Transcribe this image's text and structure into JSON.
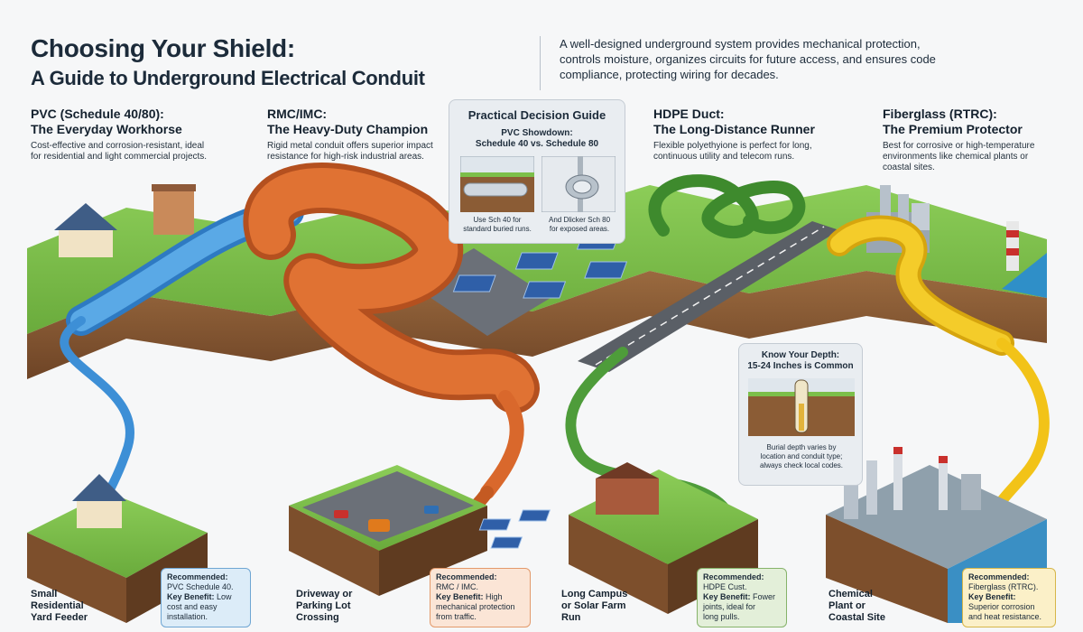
{
  "header": {
    "title_line1": "Choosing Your Shield:",
    "title_line2": "A Guide to Underground Electrical Conduit",
    "intro": "A well-designed underground system provides mechanical protection, controls moisture, organizes circuits for future access, and ensures code compliance, protecting wiring for decades."
  },
  "sections": {
    "pvc": {
      "head1": "PVC (Schedule 40/80):",
      "head2": "The Everyday Workhorse",
      "desc": "Cost-effective and corrosion-resistant, ideal for residential and light commercial projects."
    },
    "rmc": {
      "head1": "RMC/IMC:",
      "head2": "The Heavy-Duty Champion",
      "desc": "Rigid metal conduit offers superior impact resistance for high-risk industrial areas."
    },
    "hdpe": {
      "head1": "HDPE Duct:",
      "head2": "The Long-Distance Runner",
      "desc": "Flexible polyethyione is perfect for long, continuous utility and telecom runs."
    },
    "fiberglass": {
      "head1": "Fiberglass (RTRC):",
      "head2": "The Premium Protector",
      "desc": "Best for corrosive or high-temperature environments like chemical plants or coastal sites."
    }
  },
  "decision_guide": {
    "title": "Practical Decision Guide",
    "subtitle1": "PVC Showdown:",
    "subtitle2": "Schedule 40 vs. Schedule 80",
    "left_caption1": "Use Sch 40 for",
    "left_caption2": "standard buried runs.",
    "right_caption1": "And Dlicker Sch 80",
    "right_caption2": "for exposed areas."
  },
  "depth_card": {
    "title1": "Know Your Depth:",
    "title2": "15-24 Inches is Common",
    "caption1": "Burial depth varies by",
    "caption2": "location and conduit type;",
    "caption3": "always check local codes."
  },
  "sites": {
    "residential": {
      "label1": "Small",
      "label2": "Residential",
      "label3": "Yard Feeder",
      "rec_label": "Recommended:",
      "rec_value": "PVC Schedule 40.",
      "benefit_label": "Key Benefit:",
      "benefit_value1": "Low",
      "benefit_value2": "cost and easy",
      "benefit_value3": "installation."
    },
    "driveway": {
      "label1": "Driveway or",
      "label2": "Parking Lot",
      "label3": "Crossing",
      "rec_label": "Recommended:",
      "rec_value": "RMC / IMC.",
      "benefit_label": "Key Benefit:",
      "benefit_value1": "High",
      "benefit_value2": "mechanical protection",
      "benefit_value3": "from traffic."
    },
    "campus": {
      "label1": "Long Campus",
      "label2": "or Solar Farm",
      "label3": "Run",
      "rec_label": "Recommended:",
      "rec_value": "HDPE Cust.",
      "benefit_label": "Key Benefit:",
      "benefit_value1": "Fower",
      "benefit_value2": "joints, ideal for",
      "benefit_value3": "long pulls."
    },
    "chemical": {
      "label1": "Chemical",
      "label2": "Plant or",
      "label3": "Coastal Site",
      "rec_label": "Recommended:",
      "rec_value": "Fiberglass (RTRC).",
      "benefit_label": "Key Benefit:",
      "benefit_value1": "",
      "benefit_value2": "Superior corrosion",
      "benefit_value3": "and heat resistance."
    }
  },
  "colors": {
    "pvc_blue": "#3d8fd6",
    "rmc_orange": "#d9682c",
    "hdpe_green": "#4e9c3a",
    "fiberglass_yellow": "#f2c318",
    "grass": "#7cbf4a",
    "soil": "#8a5a34"
  }
}
